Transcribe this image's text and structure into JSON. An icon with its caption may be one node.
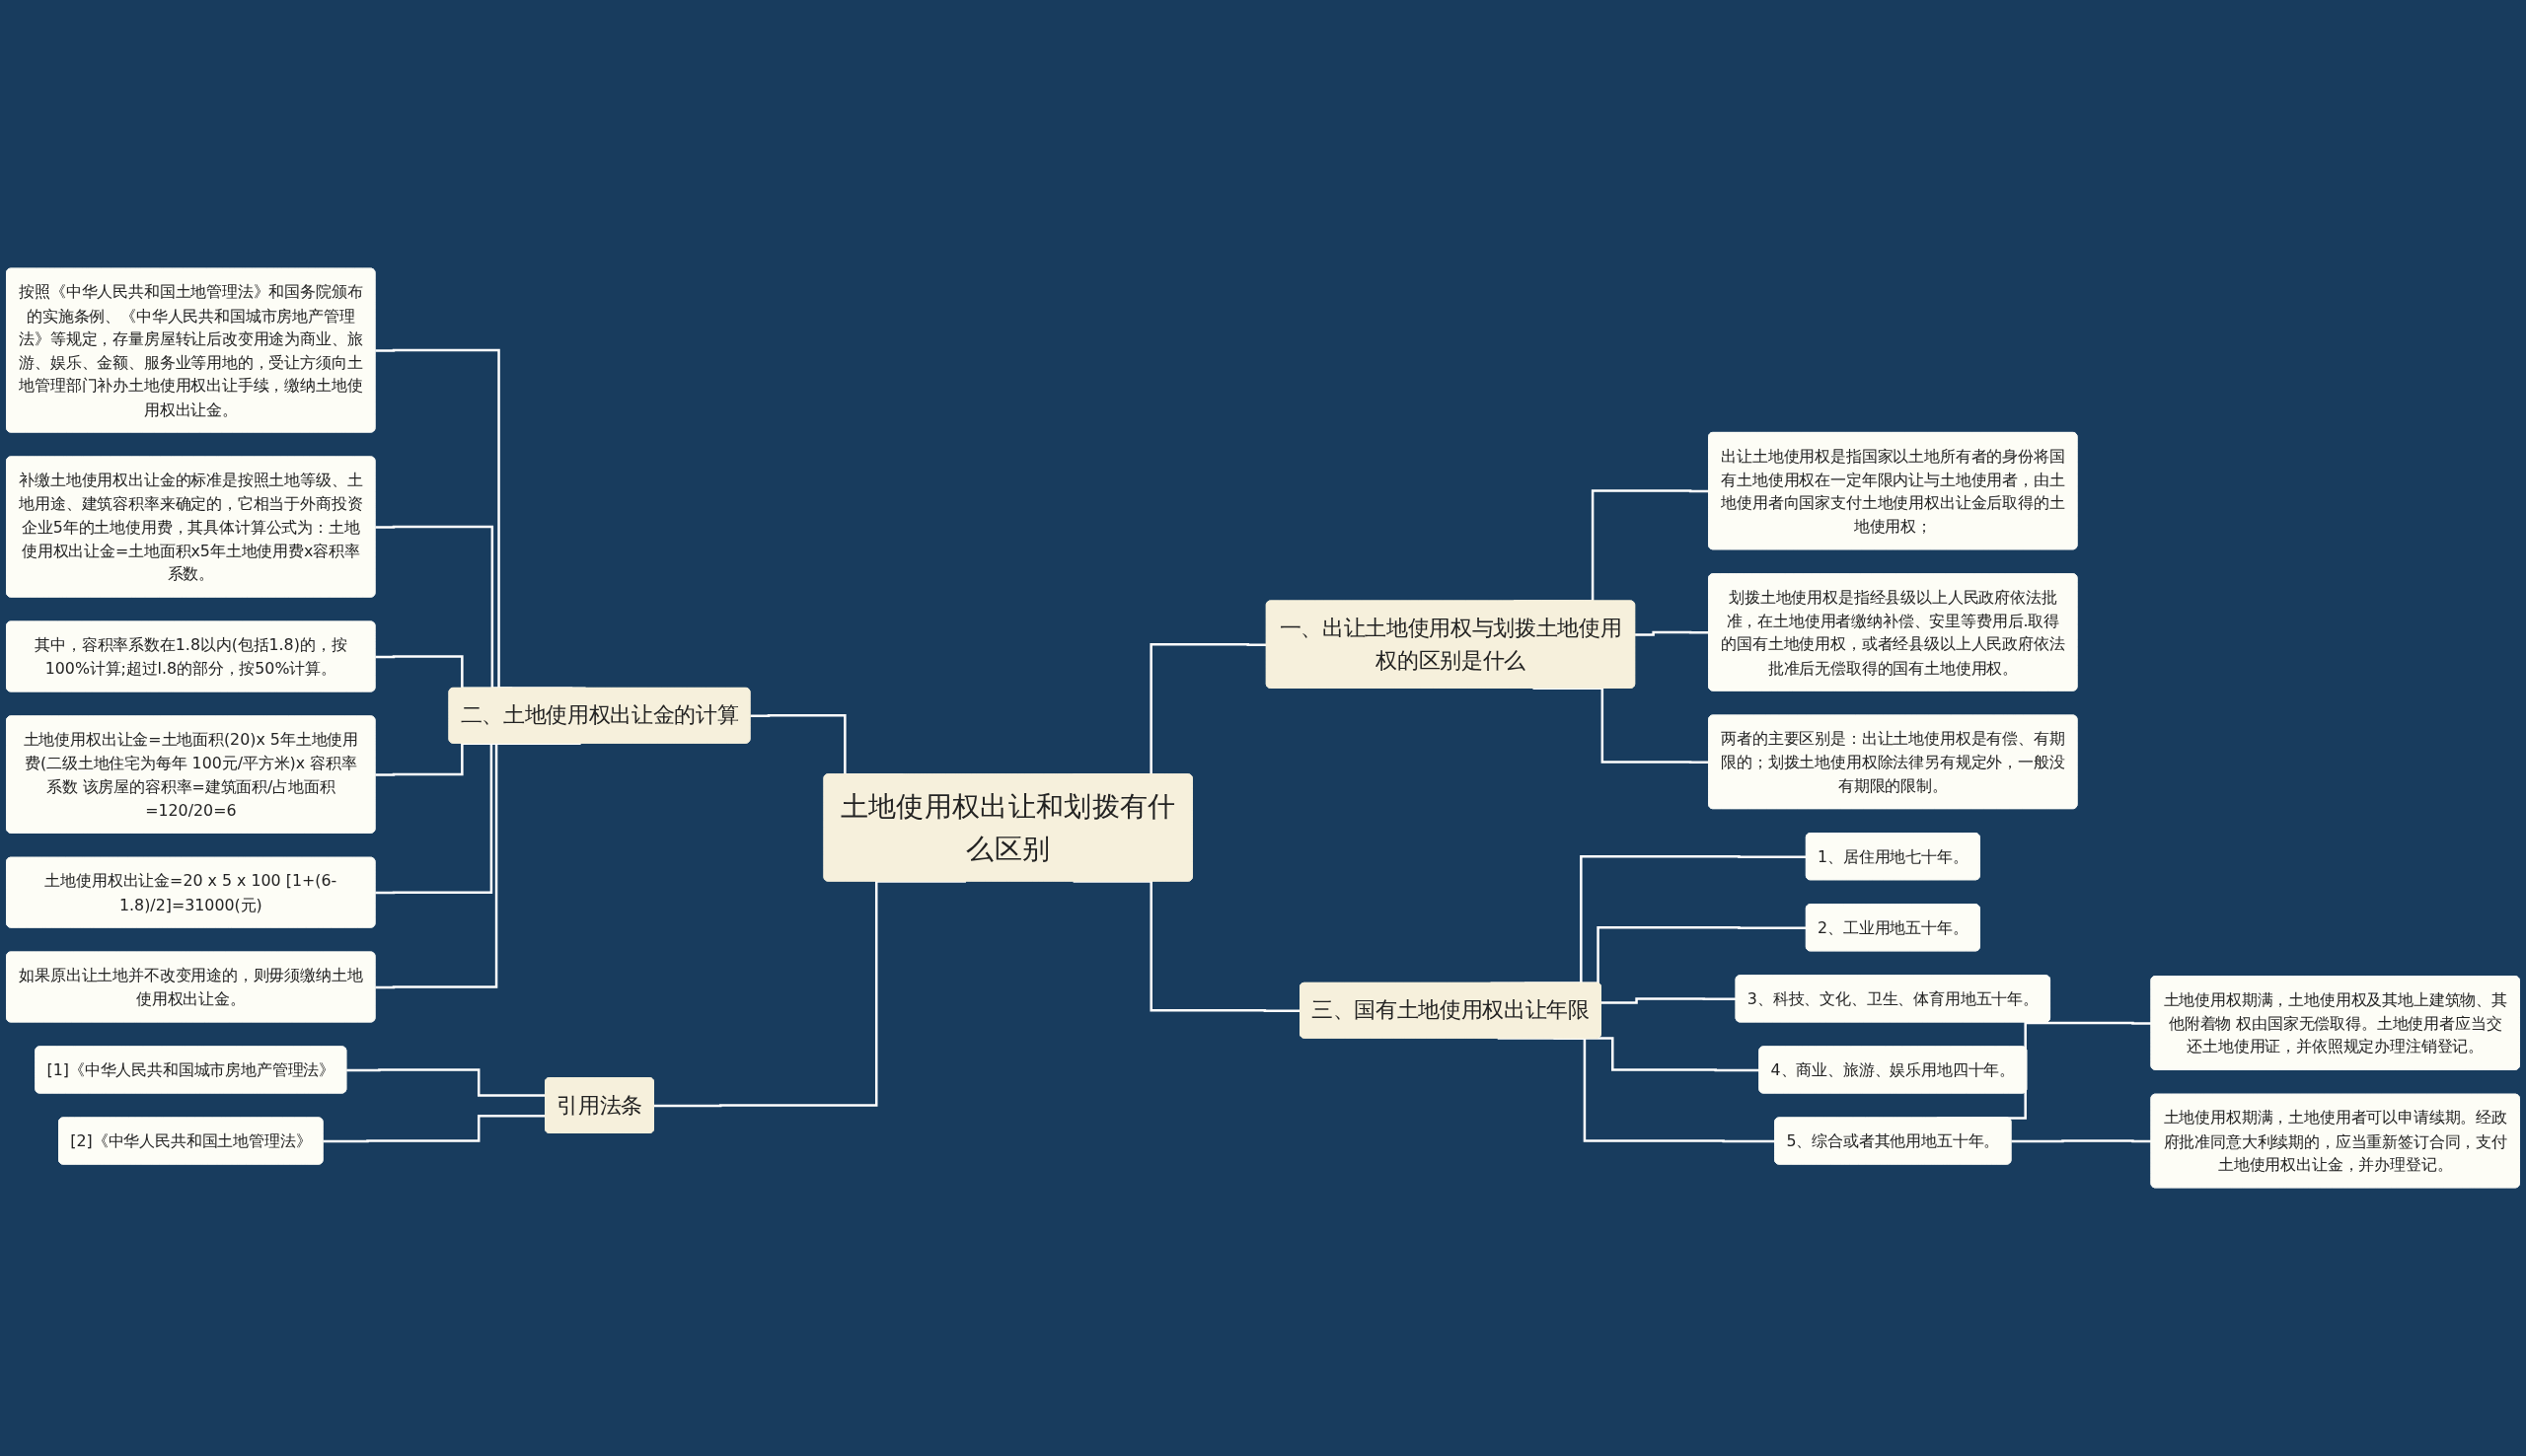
{
  "diagram": {
    "nodes": [
      {
        "text": [
          "土地使用权出让和划拨有什么区别"
        ]
      },
      {
        "text": [
          "二、土地使用权出让金的计算"
        ]
      },
      {
        "text": [
          "按照《中华人民共和国土地管理法》和国务院颁布的实施条例、《中华人民共和国城市房地产管理法》等规定，存量房屋转让后改变用途为商业、旅游、娱乐、金额、服务业等用地的，受让方须向土地管理部门补办土地使用权出让手续，缴纳土地使用权出让金。"
        ]
      },
      {
        "text": [
          "补缴土地使用权出让金的标准是按照土地等级、土地用途、建筑容积率来确定的，它相当于外商投资企业5年的土地使用费，其具体计算公式为：土地使用权出让金=土地面积x5年土地使用费x容积率系数。"
        ]
      },
      {
        "text": [
          "其中，容积率系数在1.8以内(包括1.8)的，按100%计算;超过l.8的部分，按50%计算。"
        ]
      },
      {
        "text": [
          "土地使用权出让金=土地面积(20)x 5年土地使用费(二级土地住宅为每年 100元/平方米)x 容积率系数 该房屋的容积率=建筑面积/占地面积=120/20=6"
        ]
      },
      {
        "text": [
          "土地使用权出让金=20 x 5 x 100 [1+(6-1.8)/2]=31000(元)"
        ]
      },
      {
        "text": [
          "如果原出让土地并不改变用途的，则毋须缴纳土地使用权出让金。"
        ]
      },
      {
        "text": [
          "引用法条"
        ]
      },
      {
        "text": [
          "[1]《中华人民共和国城市房地产管理法》"
        ]
      },
      {
        "text": [
          "[2]《中华人民共和国土地管理法》"
        ]
      },
      {
        "text": [
          "一、出让土地使用权与划拨土地使用权的区别是什么"
        ]
      },
      {
        "text": [
          "出让土地使用权是指国家以土地所有者的身份将国有土地使用权在一定年限内让与土地使用者，由土地使用者向国家支付土地使用权出让金后取得的土地使用权；"
        ]
      },
      {
        "text": [
          "划拨土地使用权是指经县级以上人民政府依法批准，在土地使用者缴纳补偿、安里等费用后.取得的国有土地使用权，或者经县级以上人民政府依法批准后无偿取得的国有土地使用权。"
        ]
      },
      {
        "text": [
          "两者的主要区别是：出让土地使用权是有偿、有期限的；划拨土地使用权除法律另有规定外，一般没有期限的限制。"
        ]
      },
      {
        "text": [
          "三、国有土地使用权出让年限"
        ]
      },
      {
        "text": [
          "1、居住用地七十年。"
        ]
      },
      {
        "text": [
          "2、工业用地五十年。"
        ]
      },
      {
        "text": [
          "3、科技、文化、卫生、体育用地五十年。"
        ]
      },
      {
        "text": [
          "4、商业、旅游、娱乐用地四十年。"
        ]
      },
      {
        "text": [
          "5、综合或者其他用地五十年。"
        ]
      },
      {
        "text": [
          "土地使用权期满，土地使用权及其地上建筑物、其他附着物 权由国家无偿取得。土地使用者应当交还土地使用证，并依照规定办理注销登记。"
        ]
      },
      {
        "text": [
          "土地使用权期满，土地使用者可以申请续期。经政府批准同意大利续期的，应当重新签订合同，支付土地使用权出让金，并办理登记。"
        ]
      }
    ],
    "edges": [
      {
        "from": 2,
        "to": 1,
        "arrow": "none"
      },
      {
        "from": 3,
        "to": 1,
        "arrow": "none"
      },
      {
        "from": 4,
        "to": 1,
        "arrow": "none"
      },
      {
        "from": 5,
        "to": 1,
        "arrow": "none"
      },
      {
        "from": 6,
        "to": 1,
        "arrow": "none"
      },
      {
        "from": 7,
        "to": 1,
        "arrow": "none"
      },
      {
        "from": 1,
        "to": 0,
        "arrow": "none"
      },
      {
        "from": 9,
        "to": 8,
        "arrow": "none"
      },
      {
        "from": 10,
        "to": 8,
        "arrow": "none"
      },
      {
        "from": 8,
        "to": 0,
        "arrow": "none"
      },
      {
        "from": 0,
        "to": 11,
        "arrow": "none"
      },
      {
        "from": 11,
        "to": 12,
        "arrow": "none"
      },
      {
        "from": 11,
        "to": 13,
        "arrow": "none"
      },
      {
        "from": 11,
        "to": 14,
        "arrow": "none"
      },
      {
        "from": 0,
        "to": 15,
        "arrow": "none"
      },
      {
        "from": 15,
        "to": 16,
        "arrow": "none"
      },
      {
        "from": 15,
        "to": 17,
        "arrow": "none"
      },
      {
        "from": 15,
        "to": 18,
        "arrow": "none"
      },
      {
        "from": 15,
        "to": 19,
        "arrow": "none"
      },
      {
        "from": 15,
        "to": 20,
        "arrow": "none"
      },
      {
        "from": 20,
        "to": 21,
        "arrow": "none"
      },
      {
        "from": 20,
        "to": 22,
        "arrow": "none"
      }
    ]
  }
}
